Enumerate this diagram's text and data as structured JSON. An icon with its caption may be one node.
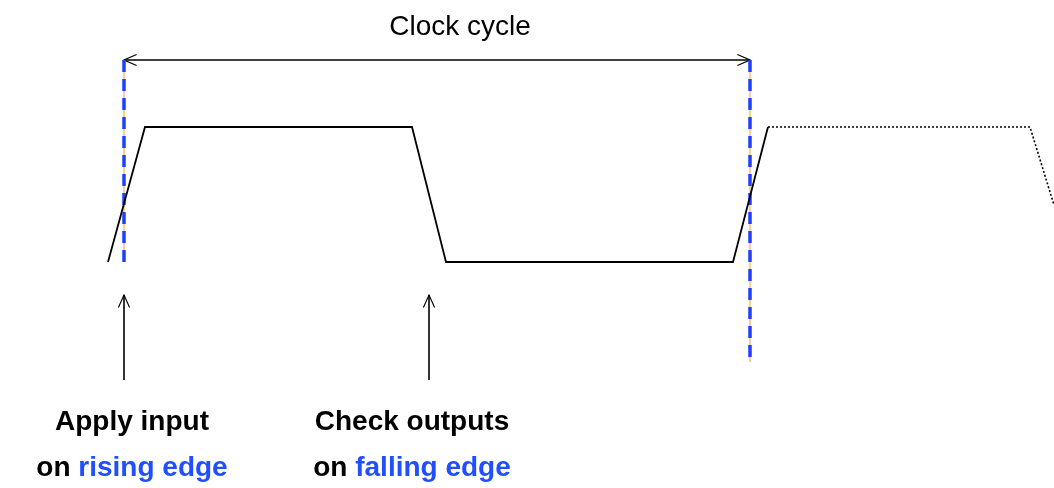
{
  "diagram": {
    "nodes": [
      {
        "text": [
          "Apply input on rising edge"
        ]
      },
      {
        "text": [
          "Check outputs on falling edge"
        ]
      }
    ],
    "edges": [
      {
        "from": 0,
        "to": null,
        "arrow": "to"
      },
      {
        "from": 1,
        "to": null,
        "arrow": "to"
      }
    ],
    "labels": [
      "Clock cycle"
    ]
  }
}
